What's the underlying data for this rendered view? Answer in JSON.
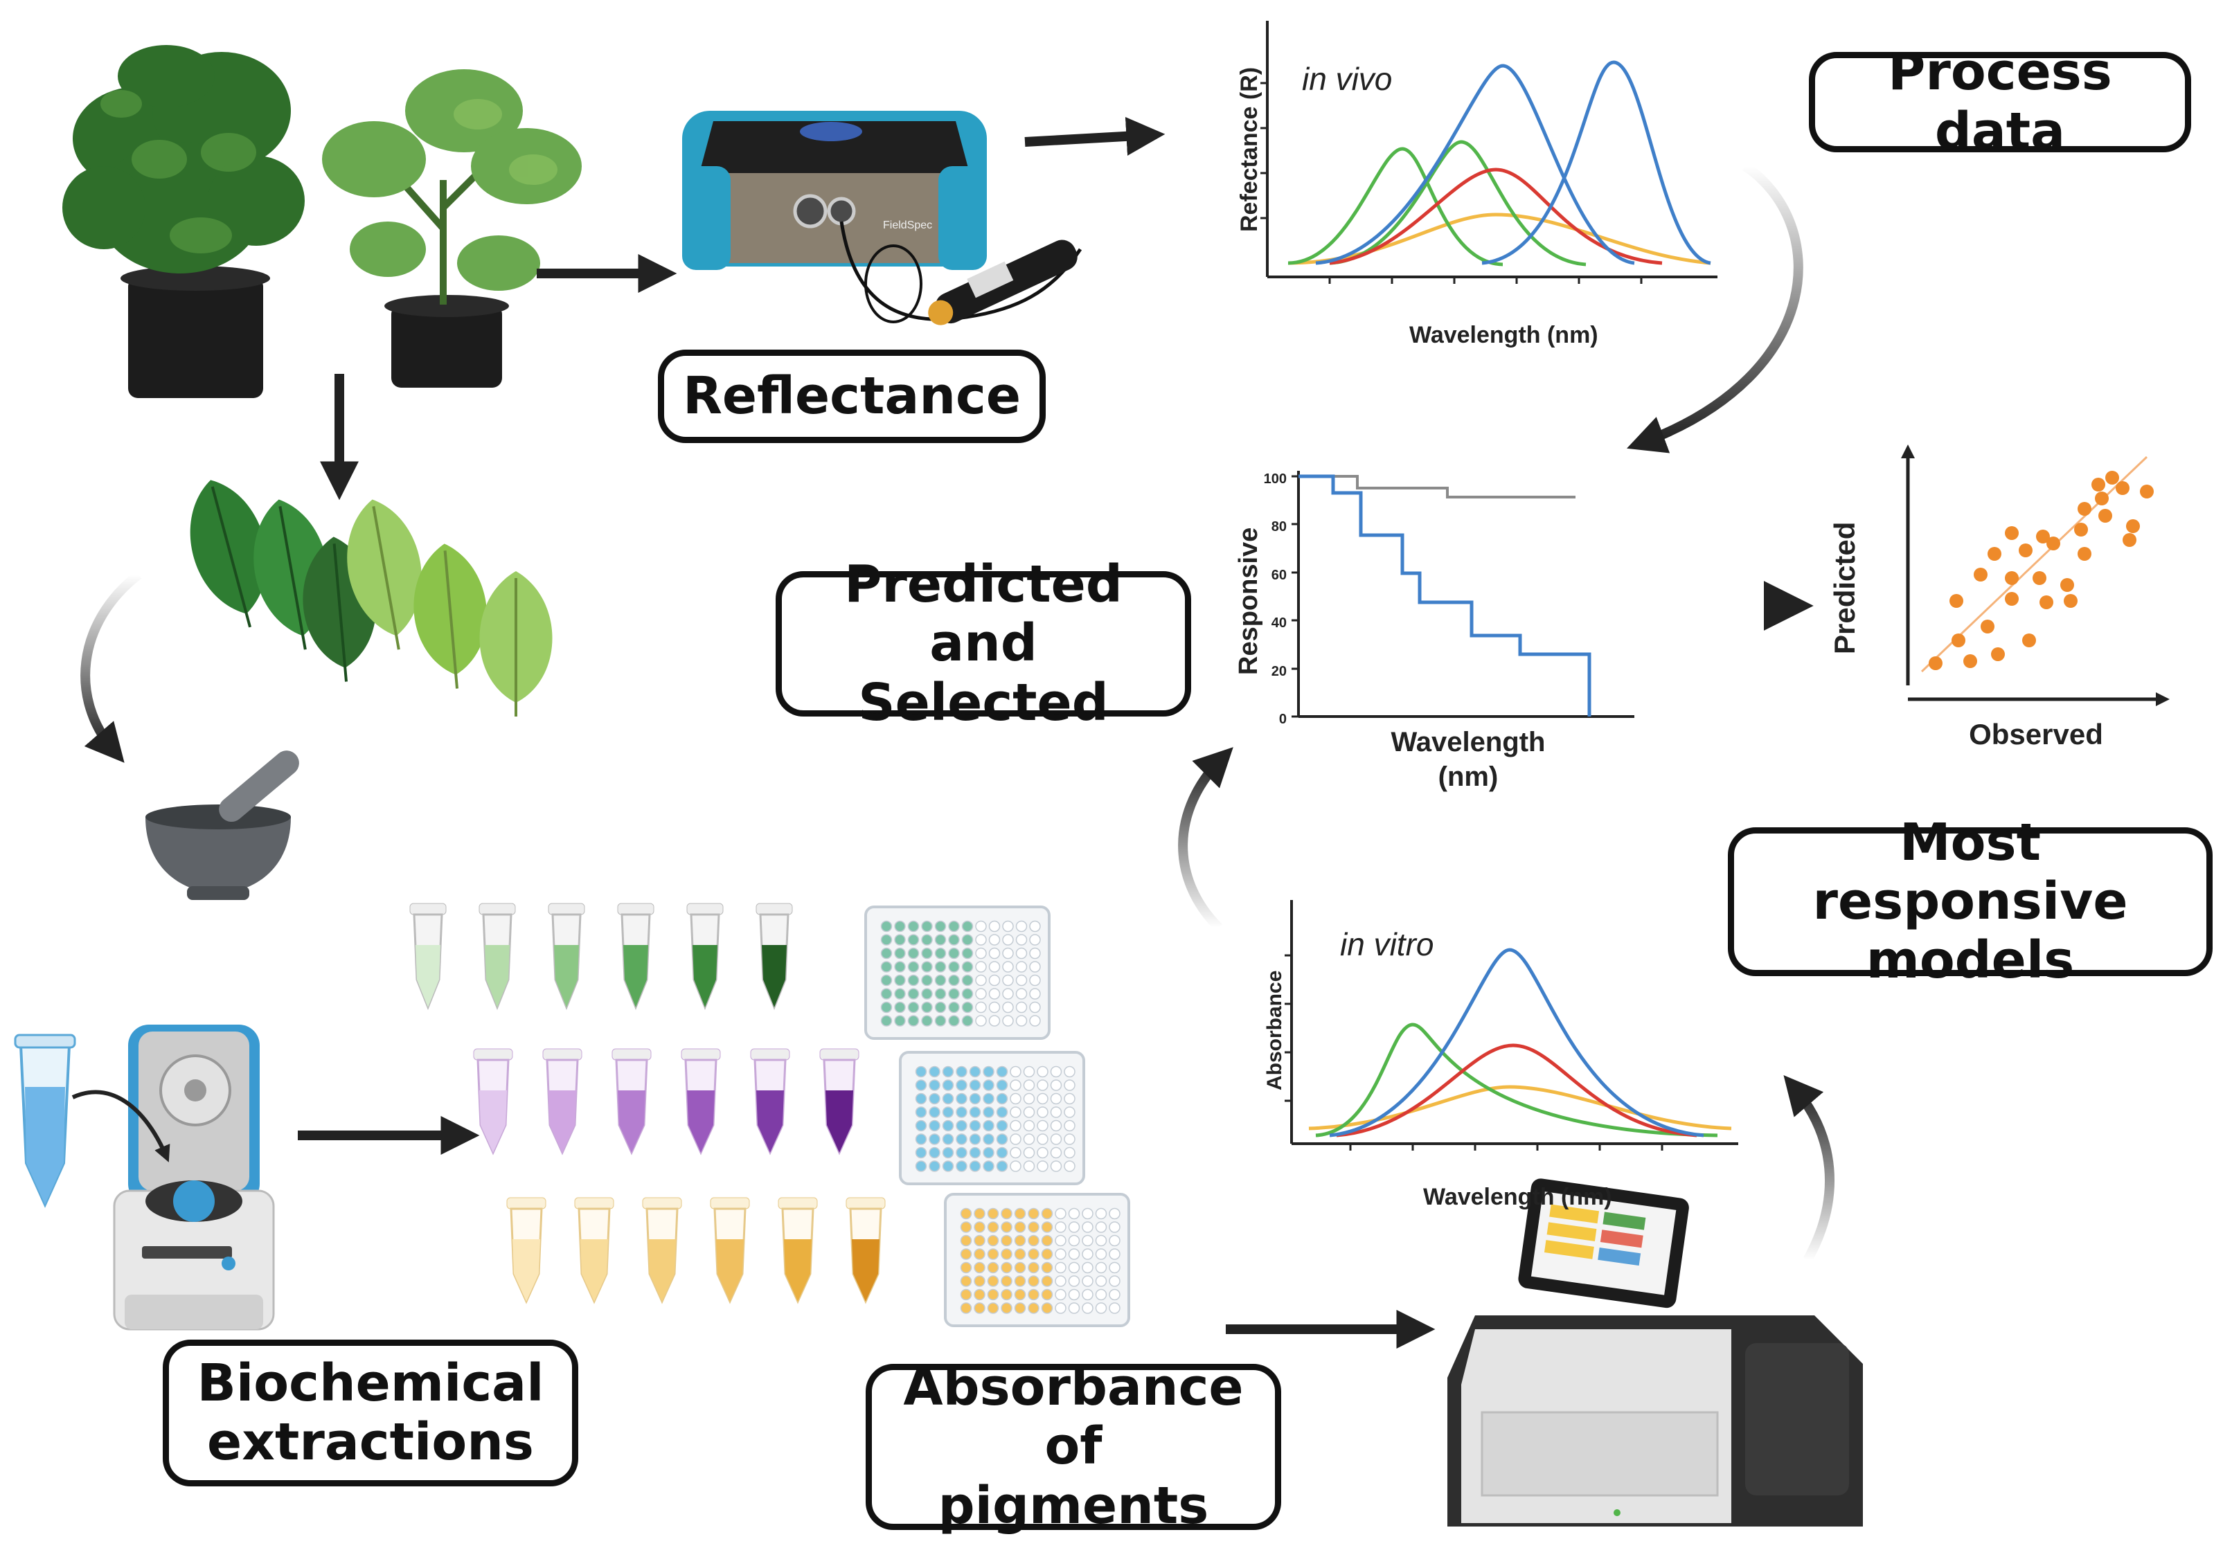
{
  "labels": {
    "reflectance": "Reflectance",
    "process_data": "Process data",
    "predicted_selected": "Predicted and\nSelected",
    "most_responsive": "Most responsive\nmodels",
    "biochemical": "Biochemical\nextractions",
    "absorbance": "Absorbance of\npigments"
  },
  "device_text": "FieldSpec",
  "reflectance_chart": {
    "annotation": "in vivo",
    "ylabel": "Refectance (R)",
    "xlabel": "Wavelength (nm)"
  },
  "responsive_chart": {
    "ylabel": "Responsive",
    "xlabel_line1": "Wavelength",
    "xlabel_line2": "(nm)",
    "yticks": [
      "100",
      "80",
      "60",
      "40",
      "20",
      "0"
    ]
  },
  "scatter_chart": {
    "ylabel": "Predicted",
    "xlabel": "Observed"
  },
  "absorbance_chart": {
    "annotation": "in vitro",
    "ylabel": "Absorbance",
    "xlabel": "Wavelength (nm)"
  },
  "colors": {
    "blue": "#3f7fc9",
    "green": "#52b54a",
    "red": "#d93a32",
    "yellow": "#f2b944",
    "gray": "#8a8a8a",
    "orange_points": "#ee8a2a",
    "leaf_dark": "#2e7d32",
    "leaf_light": "#9ccc65"
  }
}
